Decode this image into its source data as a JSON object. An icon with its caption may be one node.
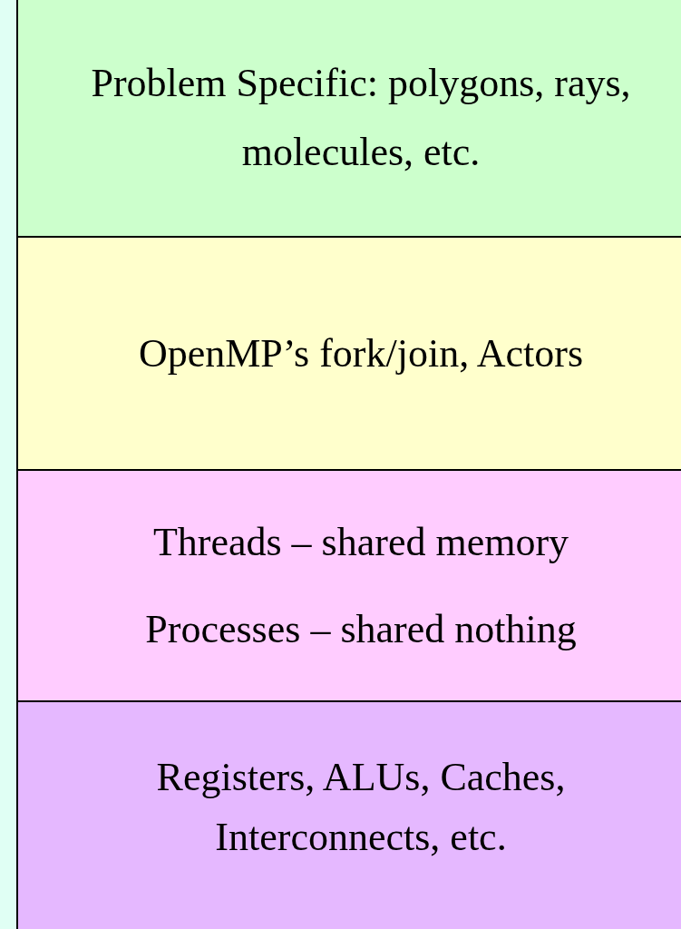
{
  "diagram": {
    "nodes": [
      {
        "text": [
          "Problem Specific: polygons, rays, molecules, etc."
        ]
      },
      {
        "text": [
          "OpenMP’s fork/join, Actors"
        ]
      },
      {
        "text": [
          "Threads – shared memory",
          "Processes – shared nothing"
        ]
      },
      {
        "text": [
          "Registers, ALUs, Caches, Interconnects, etc."
        ]
      }
    ]
  }
}
